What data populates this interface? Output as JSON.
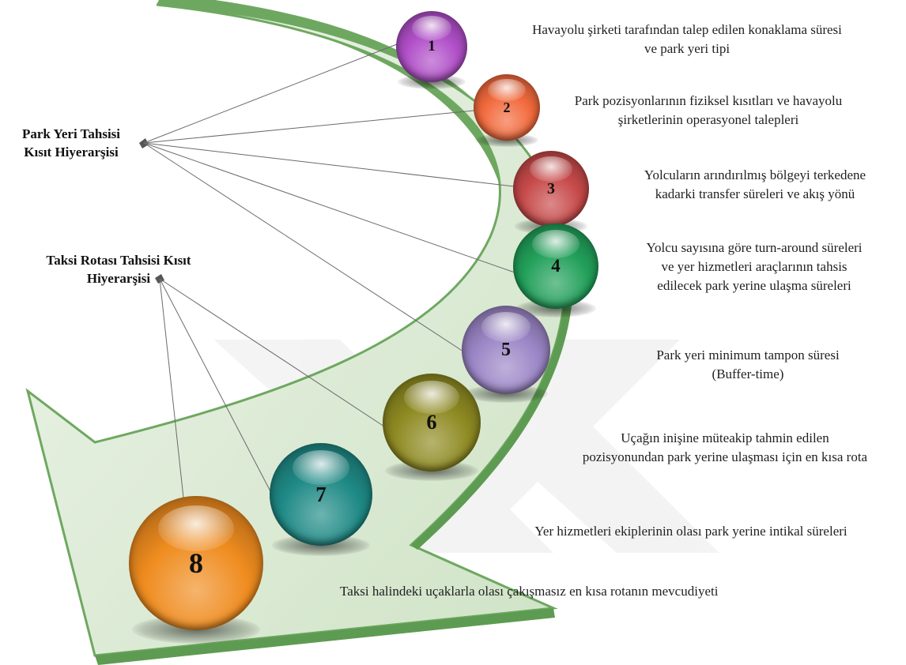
{
  "hierarchies": {
    "parking": {
      "line1": "Park Yeri Tahsisi",
      "line2": "Kısıt Hiyerarşisi"
    },
    "taxi": {
      "line1": "Taksi Rotası Tahsisi Kısıt",
      "line2": "Hiyerarşisi"
    }
  },
  "steps": [
    {
      "number": "1",
      "color": "#b04fc8",
      "lines": [
        "Havayolu şirketi tarafından talep edilen konaklama süresi",
        "ve park yeri tipi"
      ]
    },
    {
      "number": "2",
      "color": "#f26a3d",
      "lines": [
        "Park pozisyonlarının fiziksel kısıtları ve havayolu",
        "şirketlerinin operasyonel talepleri"
      ]
    },
    {
      "number": "3",
      "color": "#c74a4a",
      "lines": [
        "Yolcuların arındırılmış bölgeyi terkedene",
        "kadarki transfer süreleri ve akış yönü"
      ]
    },
    {
      "number": "4",
      "color": "#22a05a",
      "lines": [
        "Yolcu sayısına göre turn-around süreleri",
        "ve yer hizmetleri araçlarının tahsis",
        "edilecek park yerine ulaşma süreleri"
      ]
    },
    {
      "number": "5",
      "color": "#9b86c6",
      "lines": [
        "Park yeri minimum tampon süresi",
        "(Buffer-time)"
      ]
    },
    {
      "number": "6",
      "color": "#8e8a22",
      "lines": [
        "Uçağın inişine müteakip tahmin edilen",
        "pozisyonundan park yerine ulaşması için en kısa rota"
      ]
    },
    {
      "number": "7",
      "color": "#1f8a86",
      "lines": [
        "Yer hizmetleri ekiplerinin olası park yerine intikal süreleri"
      ]
    },
    {
      "number": "8",
      "color": "#ef8c1f",
      "lines": [
        "Taksi halindeki uçaklarla olası çakışmasız en kısa rotanın mevcudiyeti"
      ]
    }
  ]
}
